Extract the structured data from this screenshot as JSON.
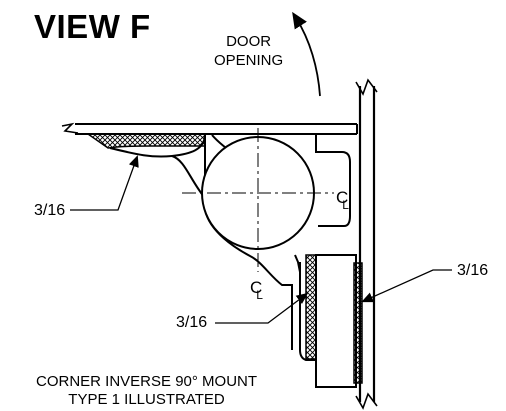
{
  "view_title": "VIEW F",
  "door_label_line1": "DOOR",
  "door_label_line2": "OPENING",
  "dim_left": "3/16",
  "dim_middle": "3/16",
  "dim_right": "3/16",
  "centerline_symbol": "C",
  "centerline_sub": "L",
  "caption_line1": "CORNER INVERSE 90° MOUNT",
  "caption_line2": "TYPE 1 ILLUSTRATED"
}
